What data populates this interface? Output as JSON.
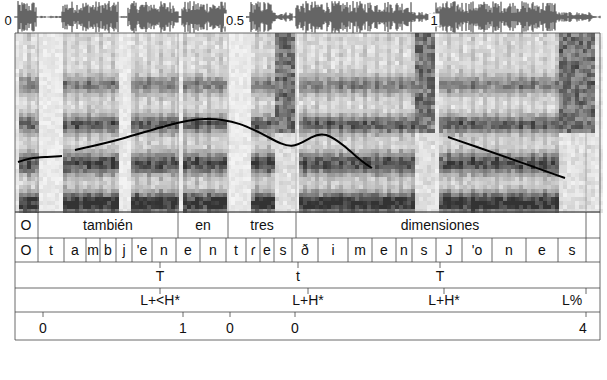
{
  "diagram": {
    "labels": [
      "0",
      "0.5",
      "1",
      "O",
      "también",
      "en",
      "tres",
      "dimensiones",
      "O",
      "t",
      "a",
      "m",
      "b",
      "j",
      "'e",
      "n",
      "e",
      "n",
      "t",
      "ɾ",
      "e",
      "s",
      "ð",
      "i",
      "m",
      "e",
      "n",
      "s",
      "J",
      "'o",
      "n",
      "e",
      "s",
      "T",
      "t",
      "T",
      "L+<H*",
      "L+H*",
      "L+H*",
      "L%",
      "0",
      "1",
      "0",
      "0",
      "4"
    ]
  }
}
